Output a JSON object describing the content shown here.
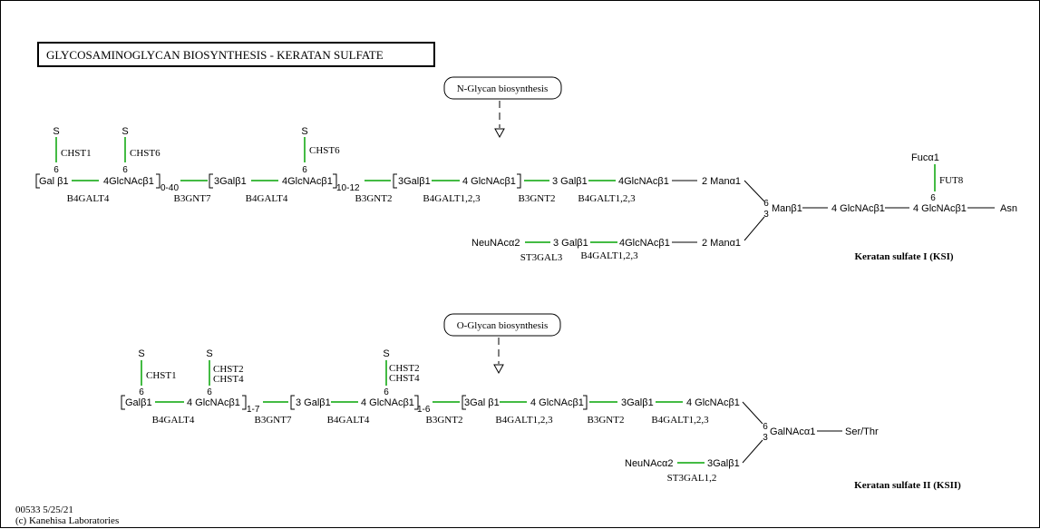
{
  "title": "GLYCOSAMINOGLYCAN  BIOSYNTHESIS - KERATAN  SULFATE",
  "footer": {
    "code": "00533 5/25/21",
    "copyright": "(c) Kanehisa Laboratories"
  },
  "nglycan": {
    "map_link": "N-Glycan biosynthesis",
    "label": "Keratan sulfate I (KSI)",
    "mod": {
      "s": "S",
      "six": "6",
      "three": "3",
      "chst1": "CHST1",
      "chst6a": "CHST6",
      "chst6b": "CHST6",
      "fuc": "Fucα1",
      "fut8": "FUT8"
    },
    "top": {
      "gal1": "Gal β1",
      "glcnac1": "4GlcNAcβ1",
      "rep1": "0-40",
      "gal2": "3Galβ1",
      "glcnac2": "4GlcNAcβ1",
      "rep2": "10-12",
      "gal3": "3Galβ1",
      "glcnac3": "4 GlcNAcβ1",
      "gal4": "3 Galβ1",
      "glcnac4": "4GlcNAcβ1",
      "man1": "2 Manα1"
    },
    "enz": {
      "b4galt4a": "B4GALT4",
      "b3gnt7": "B3GNT7",
      "b4galt4b": "B4GALT4",
      "b3gnt2a": "B3GNT2",
      "b4galt123a": "B4GALT1,2,3",
      "b3gnt2b": "B3GNT2",
      "b4galt123b": "B4GALT1,2,3",
      "st3gal3": "ST3GAL3",
      "b4galt123c": "B4GALT1,2,3"
    },
    "core": {
      "manb": "Manβ1",
      "glcnac": "4 GlcNAcβ1",
      "glcnacfuc": "4 GlcNAcβ1",
      "asn": "Asn"
    },
    "bottom": {
      "neunac": "NeuNAcα2",
      "gal": "3 Galβ1",
      "glcnac": "4GlcNAcβ1",
      "man2": "2 Manα1"
    }
  },
  "oglycan": {
    "map_link": "O-Glycan biosynthesis",
    "label": "Keratan sulfate II (KSII)",
    "mod": {
      "s": "S",
      "six": "6",
      "three": "3",
      "chst1": "CHST1",
      "chst2": "CHST2",
      "chst4": "CHST4"
    },
    "top": {
      "gal1": "Galβ1",
      "glcnac1": "4 GlcNAcβ1",
      "rep1": "1-7",
      "gal2": "3 Galβ1",
      "glcnac2": "4 GlcNAcβ1",
      "rep2": "1-6",
      "gal3": "3Gal β1",
      "glcnac3": "4 GlcNAcβ1",
      "gal4": "3Galβ1",
      "glcnac4": "4 GlcNAcβ1"
    },
    "enz": {
      "b4galt4a": "B4GALT4",
      "b3gnt7": "B3GNT7",
      "b4galt4b": "B4GALT4",
      "b3gnt2a": "B3GNT2",
      "b4galt123a": "B4GALT1,2,3",
      "b3gnt2b": "B3GNT2",
      "b4galt123b": "B4GALT1,2,3",
      "st3gal12": "ST3GAL1,2"
    },
    "core": {
      "galnac": "GalNAcα1",
      "serthr": "Ser/Thr"
    },
    "bottom": {
      "neunac": "NeuNAcα2",
      "gal": "3Galβ1"
    }
  }
}
